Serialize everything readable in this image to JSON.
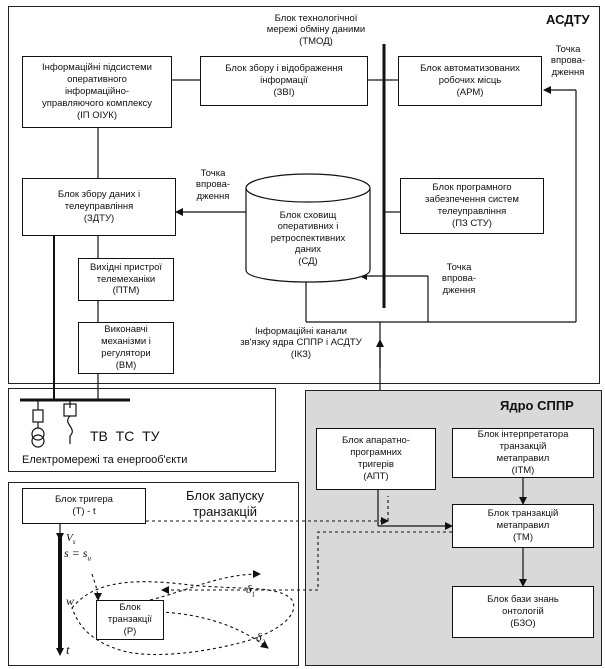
{
  "asdtu": {
    "title": "АСДТУ",
    "tmod_label": "Блок технологічної\nмережі обміну даними\n(ТМОД)",
    "ip_oiuk": "Інформаційні підсистеми\nоперативного\nінформаційно-\nуправляючого комплексу\n(ІП ОІУК)",
    "zvi": "Блок збору і відображення\nінформації\n(ЗВІ)",
    "arm": "Блок автоматизованих\nробочих місць\n(АРМ)",
    "zdtu": "Блок збору даних і\nтелеуправління\n(ЗДТУ)",
    "sd": "Блок сховищ\nоперативних і\nретроспективних\nданих\n(СД)",
    "pz_stu": "Блок програмного\nзабезпечення систем\nтелеуправління\n(ПЗ СТУ)",
    "ptm": "Вихідні пристрої\nтелемеханіки\n(ПТМ)",
    "vm": "Виконавчі\nмеханізми і\nрегулятори\n(ВМ)",
    "point_1": "Точка\nвпрова-\nдження",
    "point_2": "Точка\nвпрова-\nдження",
    "point_3": "Точка\nвпрова-\nдження",
    "ikz": "Інформаційні канали\nзв'язку ядра СППР і АСДТУ\n(ІКЗ)"
  },
  "grid": {
    "symbols": "ТВ  ТС  ТУ",
    "caption": "Електромережі та енергооб'єкти"
  },
  "core": {
    "title": "Ядро СППР",
    "apt": "Блок апаратно-\nпрограмних\nтригерів\n(АПТ)",
    "itm": "Блок інтерпретатора\nтранзакцій\nметаправил\n(ІТМ)",
    "tm": "Блок транзакцій\nметаправил\n(ТМ)",
    "bzo": "Блок бази знань\nонтологій\n(БЗО)"
  },
  "launch": {
    "title": "Блок запуску\nтранзакцій",
    "trigger": "Блок тригера\n(Т) - t",
    "transaction": "Блок\nтранзакції\n(Р)",
    "vs": "V",
    "vs_sub": "s",
    "eq": "s = s",
    "eq_sub": "u",
    "w": "w",
    "t": "t",
    "d1": "δ",
    "d1_sub": "1",
    "d2": "δ",
    "d2_sub": "2"
  }
}
